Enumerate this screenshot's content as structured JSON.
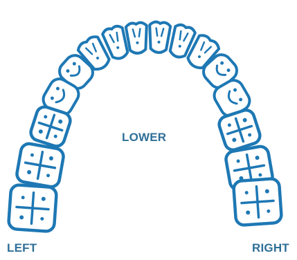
{
  "labels": {
    "lower": "LOWER",
    "left": "LEFT",
    "right": "RIGHT"
  },
  "colors": {
    "outline": "#1e78b4",
    "label": "#2e6f97",
    "fill": "#ffffff"
  },
  "teeth": [
    {
      "name": "tooth-left-incisor-1"
    },
    {
      "name": "tooth-left-incisor-2"
    },
    {
      "name": "tooth-left-canine"
    },
    {
      "name": "tooth-left-premolar-1"
    },
    {
      "name": "tooth-left-premolar-2"
    },
    {
      "name": "tooth-left-molar-1"
    },
    {
      "name": "tooth-left-molar-2"
    },
    {
      "name": "tooth-left-molar-3"
    },
    {
      "name": "tooth-right-incisor-1"
    },
    {
      "name": "tooth-right-incisor-2"
    },
    {
      "name": "tooth-right-canine"
    },
    {
      "name": "tooth-right-premolar-1"
    },
    {
      "name": "tooth-right-premolar-2"
    },
    {
      "name": "tooth-right-molar-1"
    },
    {
      "name": "tooth-right-molar-2"
    },
    {
      "name": "tooth-right-molar-3"
    }
  ]
}
